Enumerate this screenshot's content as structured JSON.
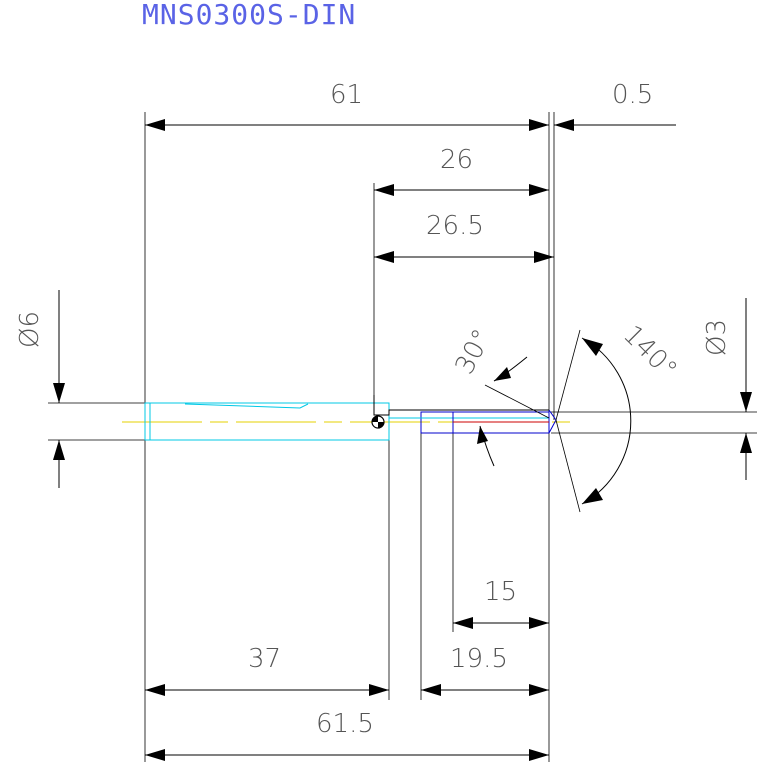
{
  "title": "MNS0300S-DIN",
  "dimensions": {
    "overall_length": "61",
    "tip_offset": "0.5",
    "flute_26": "26",
    "flute_26_5": "26.5",
    "shank_diameter": "Ø6",
    "tip_diameter": "Ø3",
    "helix_angle": "30°",
    "point_angle": "140°",
    "len_15": "15",
    "len_19_5": "19.5",
    "len_37": "37",
    "len_61_5": "61.5"
  },
  "colors": {
    "title": "#5a63e6",
    "body_outline": "#00c8e6",
    "centerline": "#e6d200",
    "tip_blue": "#0000cc",
    "tip_red": "#cc0000"
  }
}
